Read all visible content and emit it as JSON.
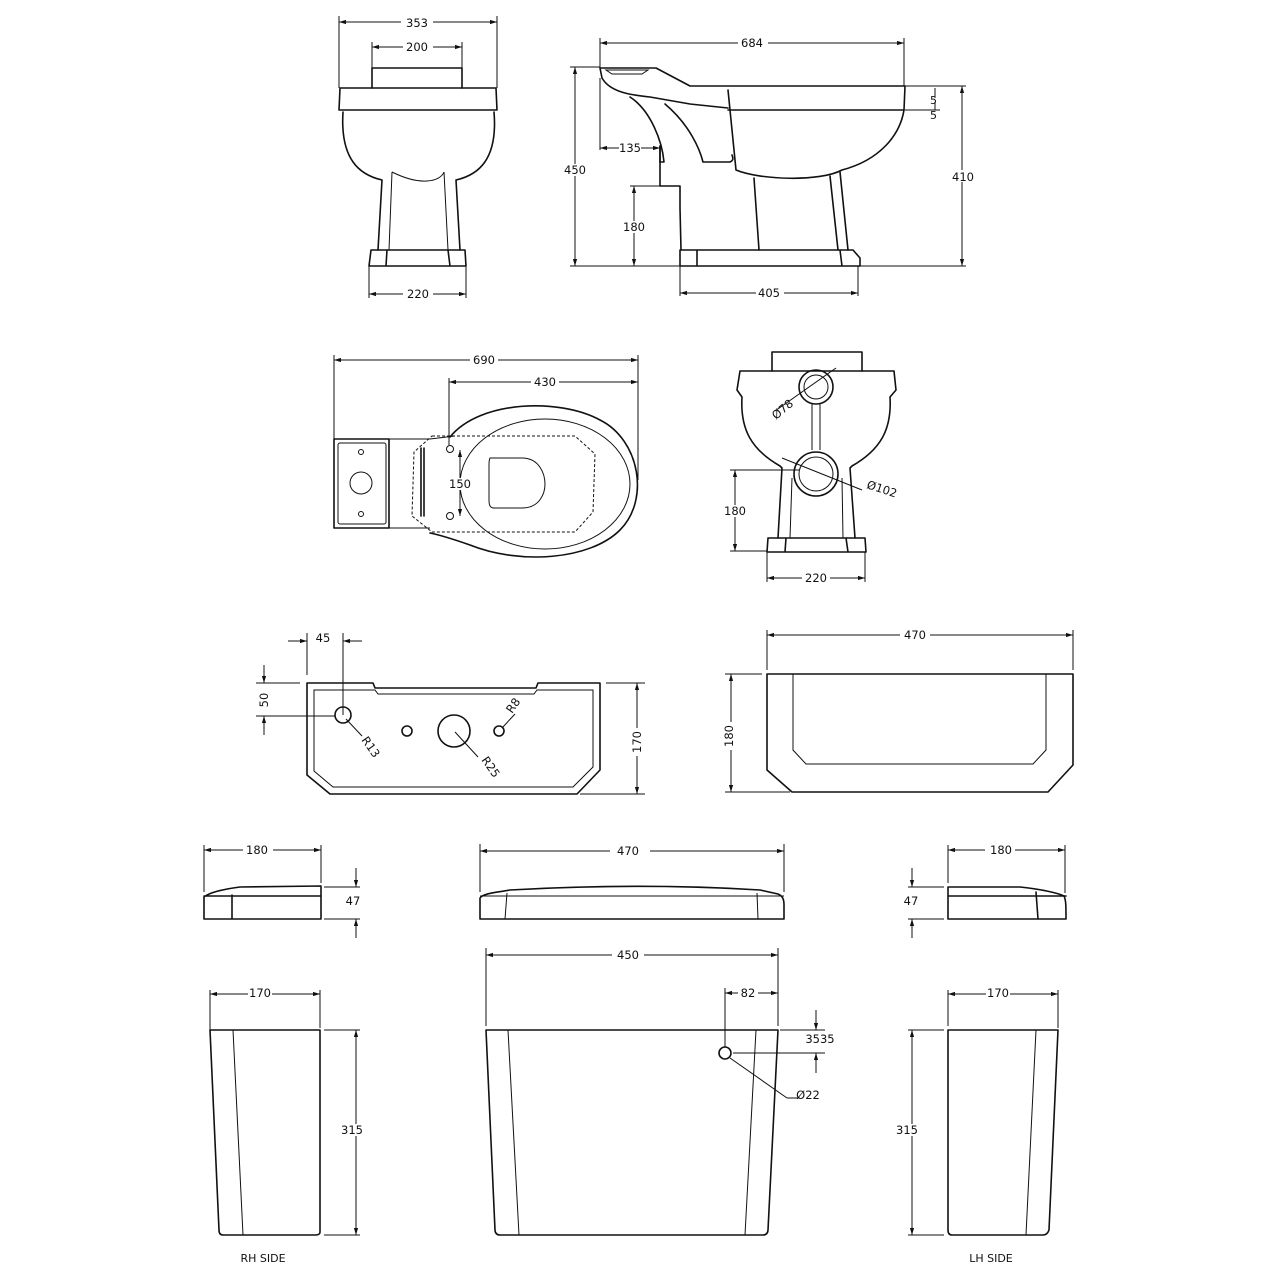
{
  "colors": {
    "line": "#111111",
    "background": "#ffffff"
  },
  "views": {
    "pan_front": {
      "overall_width": "353",
      "top_inlet_width": "200",
      "base_width": "220"
    },
    "pan_side": {
      "length": "684",
      "overall_height": "450",
      "rim_height": "410",
      "rim_upper": "5",
      "rim_lower": "5",
      "outlet_offset": "135",
      "outlet_height": "180",
      "base_length": "405"
    },
    "pan_plan": {
      "overall_length": "690",
      "seat_length": "430",
      "seat_fixing_centres": "150"
    },
    "pan_rear": {
      "inlet_diameter": "Ø78",
      "outlet_diameter": "Ø102",
      "outlet_height": "180",
      "base_width": "220"
    },
    "cistern_base": {
      "offset_x": "45",
      "offset_y": "50",
      "depth": "170",
      "radius_inlet": "R13",
      "radius_flush": "R25",
      "radius_fixing": "R8"
    },
    "cistern_plan": {
      "width": "470",
      "depth": "180"
    },
    "lid_rh": {
      "depth": "180",
      "height": "47"
    },
    "lid_front": {
      "width": "470"
    },
    "lid_lh": {
      "depth": "180",
      "height": "47"
    },
    "cistern_rh": {
      "depth": "170",
      "height": "315",
      "label": "RH SIDE"
    },
    "cistern_front": {
      "width": "450",
      "inlet_offset": "82",
      "inlet_drop": "3535",
      "inlet_diameter": "Ø22"
    },
    "cistern_lh": {
      "depth": "170",
      "height": "315",
      "label": "LH SIDE"
    }
  }
}
